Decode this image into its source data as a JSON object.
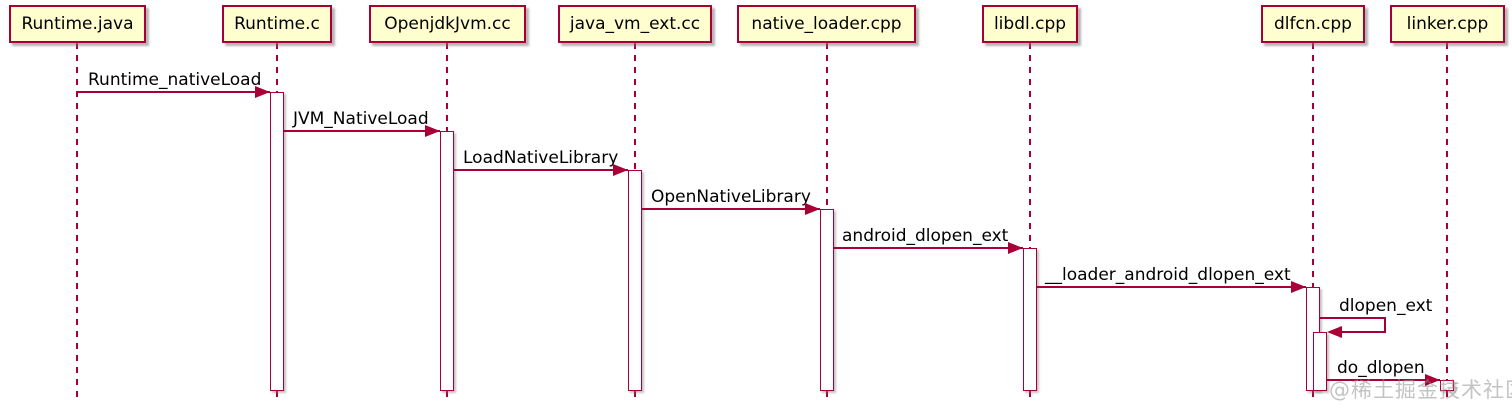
{
  "diagram": {
    "type": "sequence",
    "tool_style": "plantuml",
    "participants": [
      {
        "label": "Runtime.java"
      },
      {
        "label": "Runtime.c"
      },
      {
        "label": "OpenjdkJvm.cc"
      },
      {
        "label": "java_vm_ext.cc"
      },
      {
        "label": "native_loader.cpp"
      },
      {
        "label": "libdl.cpp"
      },
      {
        "label": "dlfcn.cpp"
      },
      {
        "label": "linker.cpp"
      }
    ],
    "messages": [
      {
        "from": "Runtime.java",
        "to": "Runtime.c",
        "label": "Runtime_nativeLoad"
      },
      {
        "from": "Runtime.c",
        "to": "OpenjdkJvm.cc",
        "label": "JVM_NativeLoad"
      },
      {
        "from": "OpenjdkJvm.cc",
        "to": "java_vm_ext.cc",
        "label": "LoadNativeLibrary"
      },
      {
        "from": "java_vm_ext.cc",
        "to": "native_loader.cpp",
        "label": "OpenNativeLibrary"
      },
      {
        "from": "native_loader.cpp",
        "to": "libdl.cpp",
        "label": "android_dlopen_ext"
      },
      {
        "from": "libdl.cpp",
        "to": "dlfcn.cpp",
        "label": "__loader_android_dlopen_ext"
      },
      {
        "from": "dlfcn.cpp",
        "to": "dlfcn.cpp",
        "label": "dlopen_ext",
        "self": true
      },
      {
        "from": "dlfcn.cpp",
        "to": "linker.cpp",
        "label": "do_dlopen"
      }
    ],
    "watermark": "@稀土掘金技术社区",
    "colors": {
      "participant_fill": "#FEFECE",
      "stroke": "#A80036",
      "text": "#000000",
      "watermark": "#919191",
      "background": "#FFFFFF"
    }
  }
}
